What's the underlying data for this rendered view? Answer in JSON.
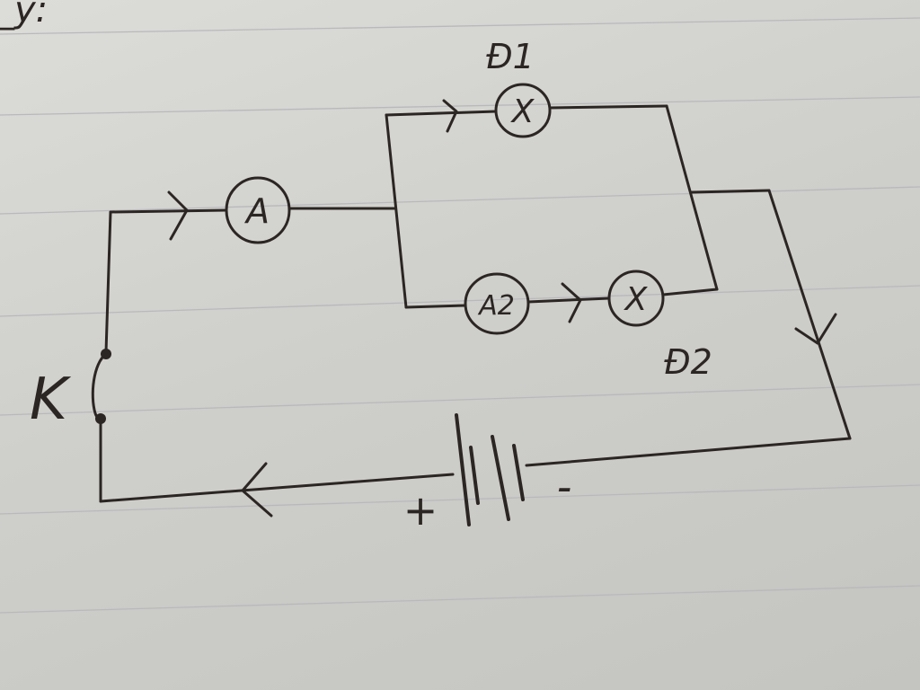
{
  "header_fragment": "_y:",
  "ammeter_main": {
    "label": "A"
  },
  "ammeter_branch": {
    "label": "A2"
  },
  "lamp_1": {
    "label": "Đ1",
    "symbol": "X"
  },
  "lamp_2": {
    "label": "Đ2",
    "symbol": "X"
  },
  "switch": {
    "label": "K"
  },
  "battery": {
    "positive_label": "+",
    "negative_label": "-"
  },
  "colors": {
    "ink": "#2b2623",
    "paper": "#d4d4d0",
    "rule": "#b9b9bd"
  }
}
